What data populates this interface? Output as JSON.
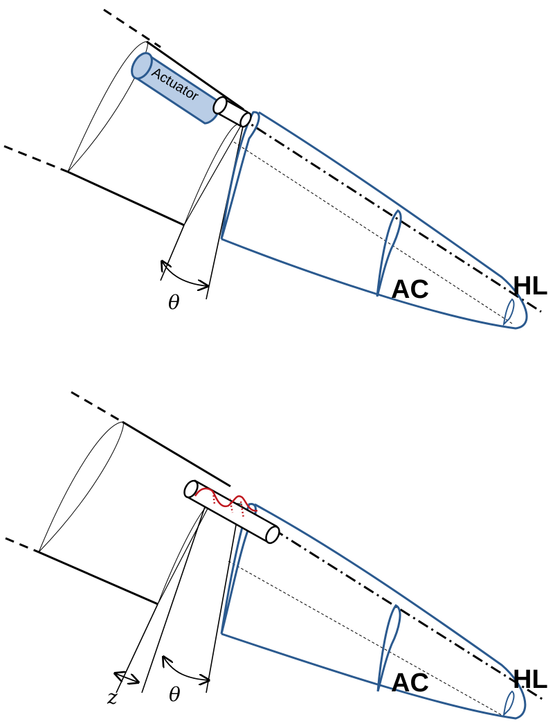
{
  "top_diagram": {
    "actuator_label": "Actuator",
    "theta_label": "θ",
    "ac_label": "AC",
    "hl_label": "HL"
  },
  "bottom_diagram": {
    "z_label": "z",
    "theta_label": "θ",
    "ac_label": "AC",
    "hl_label": "HL"
  },
  "colors": {
    "blade_outline": "#2b5a8f",
    "actuator_fill": "#b9cde6",
    "actuator_stroke": "#2b5a8f",
    "torsion_spring": "#c0181f",
    "lines": "#000000"
  }
}
